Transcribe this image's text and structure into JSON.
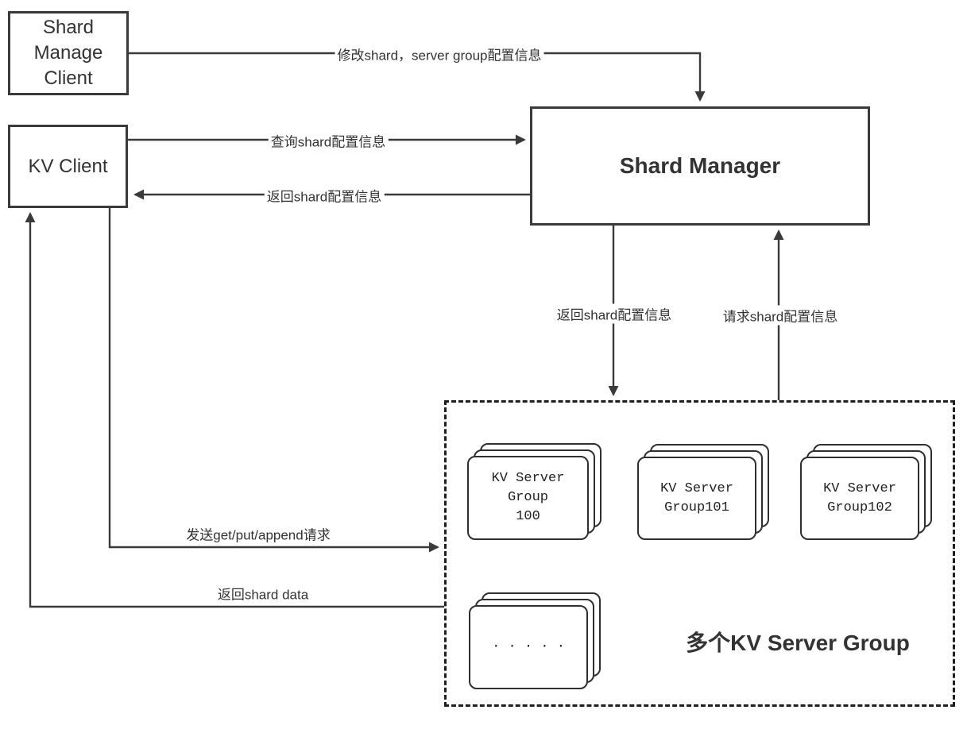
{
  "colors": {
    "line": "#3a3a3a",
    "text": "#333333",
    "background": "#ffffff"
  },
  "nodes": {
    "shard_manage_client": {
      "label": "Shard\nManage\nClient"
    },
    "kv_client": {
      "label": "KV Client"
    },
    "shard_manager": {
      "label": "Shard Manager"
    },
    "server_group_area": {
      "caption": "多个KV Server Group"
    },
    "server_groups": [
      {
        "text": "KV Server\nGroup\n100"
      },
      {
        "text": "KV Server\nGroup101"
      },
      {
        "text": "KV Server\nGroup102"
      },
      {
        "text": "· · · · ·"
      }
    ]
  },
  "edges": {
    "modify_config": "修改shard，server group配置信息",
    "query_config": "查询shard配置信息",
    "return_config_client": "返回shard配置信息",
    "return_config_groups": "返回shard配置信息",
    "request_config": "请求shard配置信息",
    "send_request": "发送get/put/append请求",
    "return_shard_data": "返回shard data"
  }
}
